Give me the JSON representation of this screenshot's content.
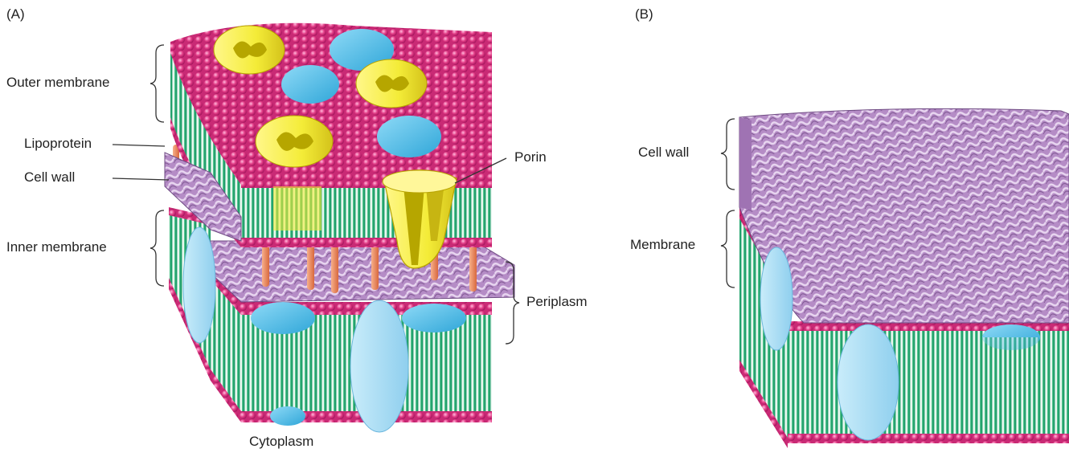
{
  "panels": {
    "a": {
      "tag": "(A)",
      "labels": {
        "outer_membrane": "Outer membrane",
        "lipoprotein": "Lipoprotein",
        "cell_wall": "Cell wall",
        "inner_membrane": "Inner membrane",
        "porin": "Porin",
        "periplasm": "Periplasm",
        "cytoplasm": "Cytoplasm"
      }
    },
    "b": {
      "tag": "(B)",
      "labels": {
        "cell_wall": "Cell wall",
        "membrane": "Membrane"
      }
    }
  },
  "colors": {
    "head_pink": "#e23c86",
    "tail_green": "#1f9e6a",
    "protein_blue": "#5ac3e8",
    "protein_light_blue": "#a9dcf3",
    "porin_yellow": "#f4ec38",
    "porin_dark": "#b6a600",
    "wall_purple": "#b58cc6",
    "lipoprotein_orange": "#e8875a"
  }
}
